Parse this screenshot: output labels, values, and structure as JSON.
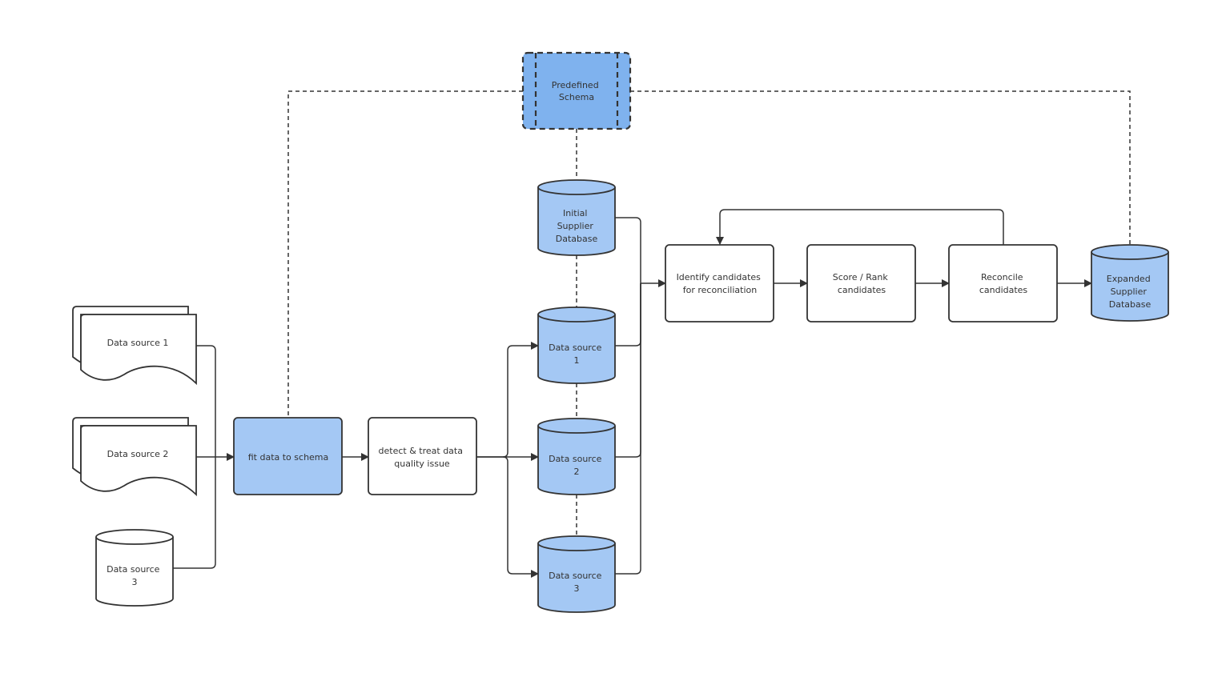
{
  "colors": {
    "fill_blue": "#a4c8f4",
    "fill_blue_dark": "#7fb2ee",
    "fill_white": "#ffffff",
    "stroke": "#333333",
    "text": "#333333"
  },
  "nodes": {
    "doc_source_1": {
      "lines": [
        "Data source 1"
      ]
    },
    "doc_source_2": {
      "lines": [
        "Data source 2"
      ]
    },
    "db_source_3_raw": {
      "lines": [
        "Data source",
        "3"
      ]
    },
    "fit_schema": {
      "lines": [
        "fit data to schema"
      ]
    },
    "detect_quality": {
      "lines": [
        "detect & treat data",
        "quality issue"
      ]
    },
    "predefined_schema": {
      "lines": [
        "Predefined",
        "Schema"
      ]
    },
    "initial_db": {
      "lines": [
        "Initial",
        "Supplier",
        "Database"
      ]
    },
    "db_clean_1": {
      "lines": [
        "Data source",
        "1"
      ]
    },
    "db_clean_2": {
      "lines": [
        "Data source",
        "2"
      ]
    },
    "db_clean_3": {
      "lines": [
        "Data source",
        "3"
      ]
    },
    "identify_candidates": {
      "lines": [
        "Identify candidates",
        "for reconciliation"
      ]
    },
    "score_rank": {
      "lines": [
        "Score / Rank",
        "candidates"
      ]
    },
    "reconcile": {
      "lines": [
        "Reconcile",
        "candidates"
      ]
    },
    "expanded_db": {
      "lines": [
        "Expanded",
        "Supplier",
        "Database"
      ]
    }
  }
}
